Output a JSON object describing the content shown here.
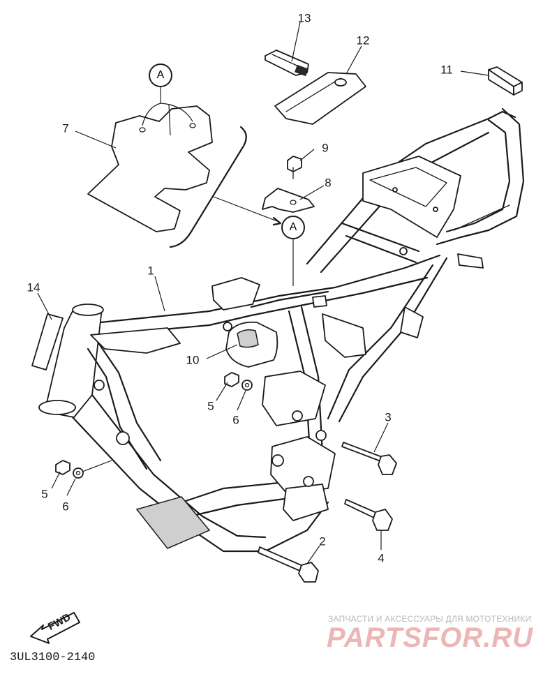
{
  "diagram": {
    "code": "3UL3100-2140",
    "direction_label": "FWD",
    "reference_mark": "A",
    "callouts": {
      "frame": "1",
      "bolt_long": "2",
      "bolt_upper": "3",
      "bolt_lower": "4",
      "nut_upper": "5",
      "nut_lower": "5",
      "washer_upper": "6",
      "washer_lower": "6",
      "plate": "7",
      "bracket": "8",
      "bolt_small": "9",
      "damper": "10",
      "pad": "11",
      "cover": "12",
      "clip": "13",
      "tape": "14"
    }
  },
  "watermark": {
    "subtitle": "ЗАПЧАСТИ И АКСЕССУАРЫ ДЛЯ МОТОТЕХНИКИ",
    "logo": "PARTSFOR.RU"
  }
}
